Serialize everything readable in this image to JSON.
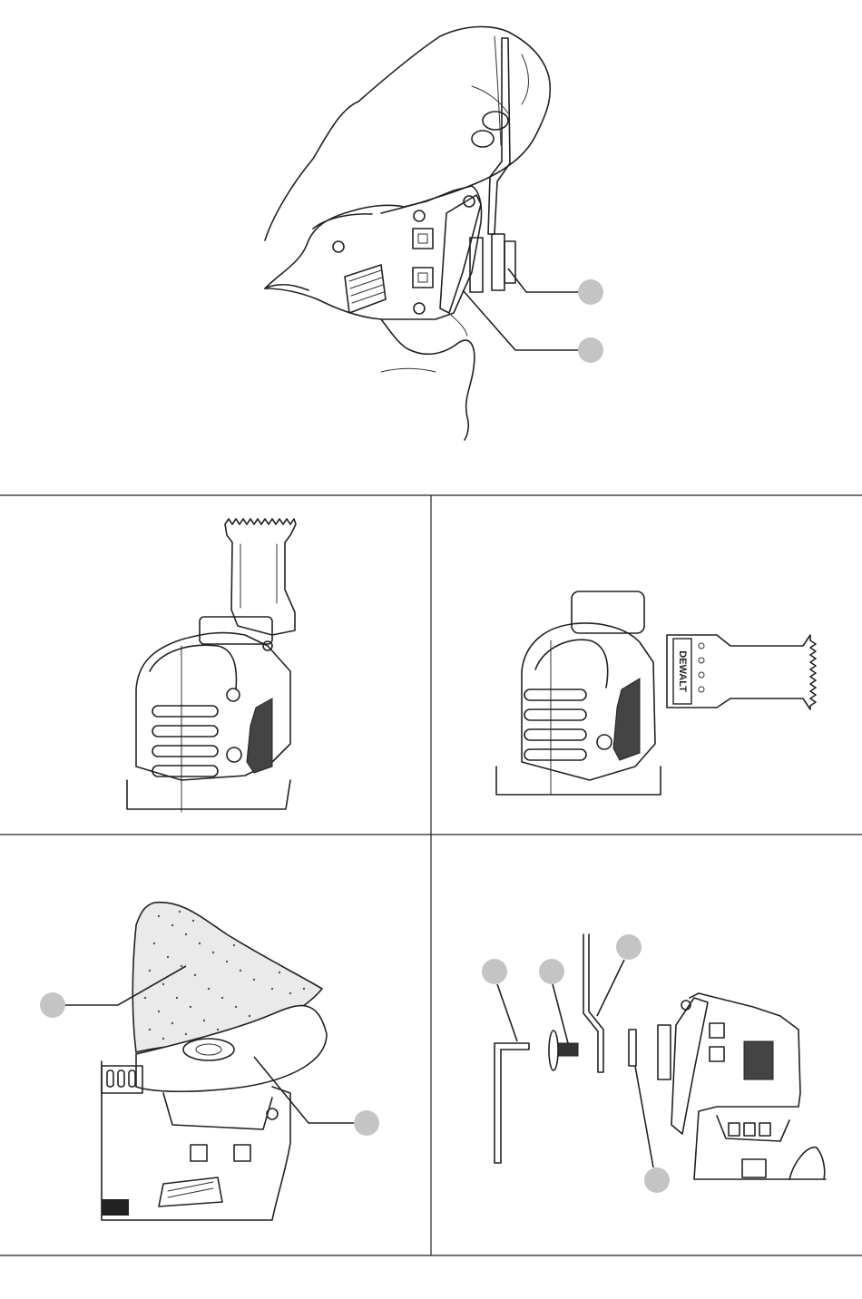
{
  "figures": [
    {
      "id": "top",
      "callouts": 2
    },
    {
      "id": "middle-left",
      "callouts": 0
    },
    {
      "id": "middle-right",
      "brand_mark": "DEWALT",
      "callouts": 0
    },
    {
      "id": "bottom-left",
      "callouts": 2
    },
    {
      "id": "bottom-right",
      "callouts": 4
    }
  ]
}
